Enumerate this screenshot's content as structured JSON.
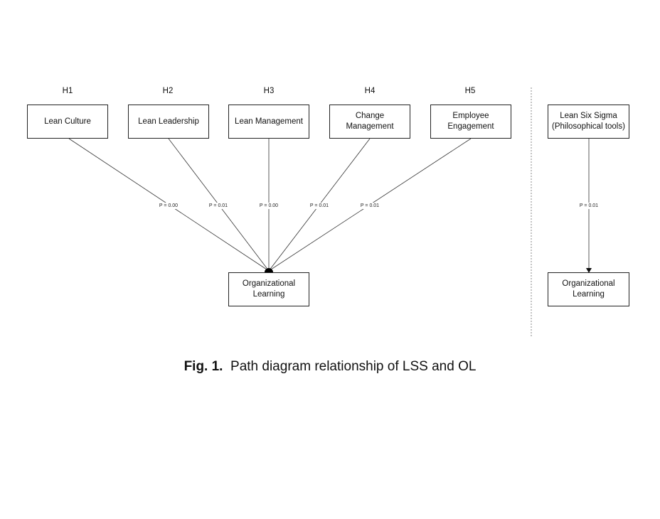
{
  "hypotheses": [
    "H1",
    "H2",
    "H3",
    "H4",
    "H5"
  ],
  "constructs": [
    {
      "label": "Lean Culture"
    },
    {
      "label": "Lean Leadership"
    },
    {
      "label": "Lean Management"
    },
    {
      "label": "Change\nManagement"
    },
    {
      "label": "Employee\nEngagement"
    }
  ],
  "outcome": {
    "label": "Organizational\nLearning"
  },
  "path_values": [
    "P = 0.00",
    "P = 0.01",
    "P = 0.00",
    "P = 0.01",
    "P = 0.01"
  ],
  "right_panel": {
    "source_label": "Lean Six Sigma\n(Philosophical tools)",
    "path_value": "P = 0.01",
    "target_label": "Organizational\nLearning"
  },
  "caption": {
    "prefix": "Fig. 1.",
    "text": "Path diagram relationship of LSS and OL"
  }
}
